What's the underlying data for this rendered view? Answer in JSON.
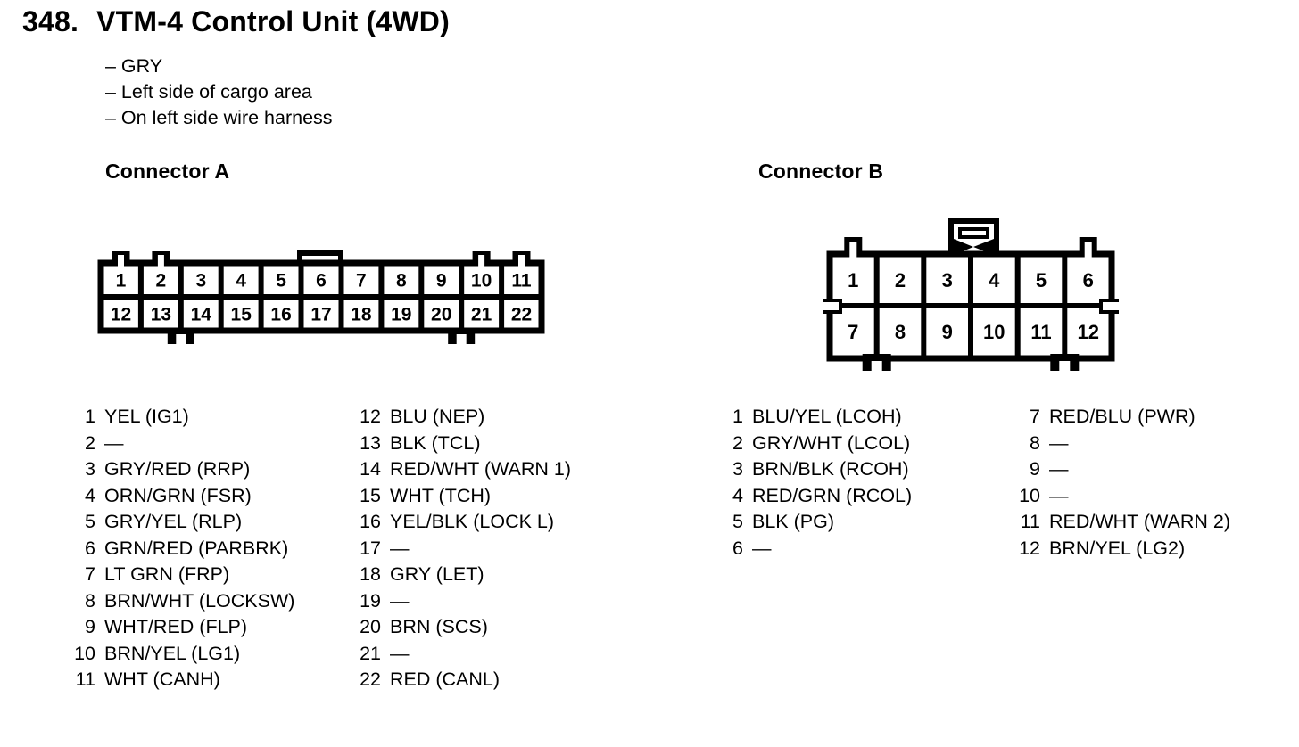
{
  "header": {
    "number": "348.",
    "title": "VTM-4 Control Unit (4WD)",
    "notes": [
      "– GRY",
      "– Left side of cargo area",
      "– On left side wire harness"
    ]
  },
  "colors": {
    "ink": "#000000",
    "background": "#ffffff"
  },
  "connector_a": {
    "heading": "Connector A",
    "cells_top": [
      "1",
      "2",
      "3",
      "4",
      "5",
      "6",
      "7",
      "8",
      "9",
      "10",
      "11"
    ],
    "cells_bottom": [
      "12",
      "13",
      "14",
      "15",
      "16",
      "17",
      "18",
      "19",
      "20",
      "21",
      "22"
    ],
    "pins_left": [
      {
        "num": "1",
        "label": "YEL (IG1)"
      },
      {
        "num": "2",
        "label": "—"
      },
      {
        "num": "3",
        "label": "GRY/RED (RRP)"
      },
      {
        "num": "4",
        "label": "ORN/GRN (FSR)"
      },
      {
        "num": "5",
        "label": "GRY/YEL (RLP)"
      },
      {
        "num": "6",
        "label": "GRN/RED (PARBRK)"
      },
      {
        "num": "7",
        "label": "LT GRN (FRP)"
      },
      {
        "num": "8",
        "label": "BRN/WHT (LOCKSW)"
      },
      {
        "num": "9",
        "label": "WHT/RED (FLP)"
      },
      {
        "num": "10",
        "label": "BRN/YEL (LG1)"
      },
      {
        "num": "11",
        "label": "WHT (CANH)"
      }
    ],
    "pins_right": [
      {
        "num": "12",
        "label": "BLU (NEP)"
      },
      {
        "num": "13",
        "label": "BLK (TCL)"
      },
      {
        "num": "14",
        "label": "RED/WHT (WARN 1)"
      },
      {
        "num": "15",
        "label": "WHT (TCH)"
      },
      {
        "num": "16",
        "label": "YEL/BLK (LOCK L)"
      },
      {
        "num": "17",
        "label": "—"
      },
      {
        "num": "18",
        "label": "GRY (LET)"
      },
      {
        "num": "19",
        "label": "—"
      },
      {
        "num": "20",
        "label": "BRN (SCS)"
      },
      {
        "num": "21",
        "label": "—"
      },
      {
        "num": "22",
        "label": "RED (CANL)"
      }
    ]
  },
  "connector_b": {
    "heading": "Connector B",
    "cells_top": [
      "1",
      "2",
      "3",
      "4",
      "5",
      "6"
    ],
    "cells_bottom": [
      "7",
      "8",
      "9",
      "10",
      "11",
      "12"
    ],
    "pins_left": [
      {
        "num": "1",
        "label": "BLU/YEL (LCOH)"
      },
      {
        "num": "2",
        "label": "GRY/WHT (LCOL)"
      },
      {
        "num": "3",
        "label": "BRN/BLK (RCOH)"
      },
      {
        "num": "4",
        "label": "RED/GRN (RCOL)"
      },
      {
        "num": "5",
        "label": "BLK (PG)"
      },
      {
        "num": "6",
        "label": "—"
      }
    ],
    "pins_right": [
      {
        "num": "7",
        "label": "RED/BLU (PWR)"
      },
      {
        "num": "8",
        "label": "—"
      },
      {
        "num": "9",
        "label": "—"
      },
      {
        "num": "10",
        "label": "—"
      },
      {
        "num": "11",
        "label": "RED/WHT (WARN 2)"
      },
      {
        "num": "12",
        "label": "BRN/YEL (LG2)"
      }
    ]
  }
}
